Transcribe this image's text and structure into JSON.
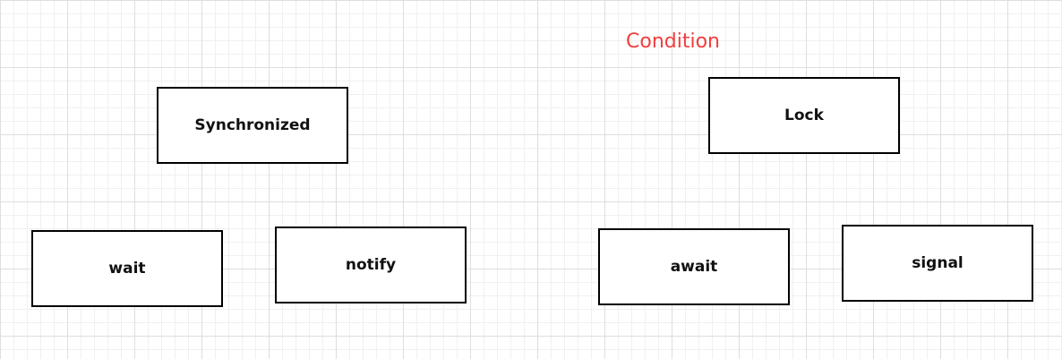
{
  "diagram": {
    "heading": "Condition",
    "nodes": {
      "synchronized": "Synchronized",
      "wait": "wait",
      "notify": "notify",
      "lock": "Lock",
      "await": "await",
      "signal": "signal"
    }
  },
  "colors": {
    "heading": "#f23d3d",
    "border": "#000000",
    "grid": "#dedede"
  }
}
